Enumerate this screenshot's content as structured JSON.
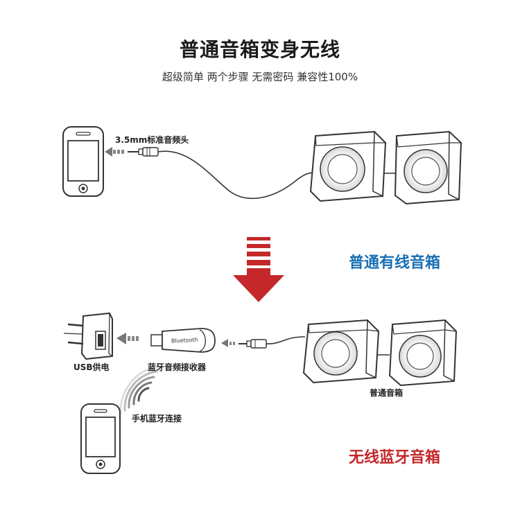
{
  "header": {
    "title": "普通音箱变身无线",
    "subtitle": "超级简单 两个步骤 无需密码 兼容性100%"
  },
  "top_scene": {
    "jack_label": "3.5mm标准音频头",
    "section_label": "普通有线音箱"
  },
  "bottom_scene": {
    "charger_label": "USB供电",
    "receiver_label": "蓝牙音频接收器",
    "receiver_brand": "Bluetooth",
    "speaker_label": "普通音箱",
    "phone_label": "手机蓝牙连接",
    "section_label": "无线蓝牙音箱"
  },
  "colors": {
    "arrow_red": "#c4282a",
    "blue_label": "#1a6fb3",
    "red_label": "#c4282a",
    "arrow_gray": "#777777"
  }
}
